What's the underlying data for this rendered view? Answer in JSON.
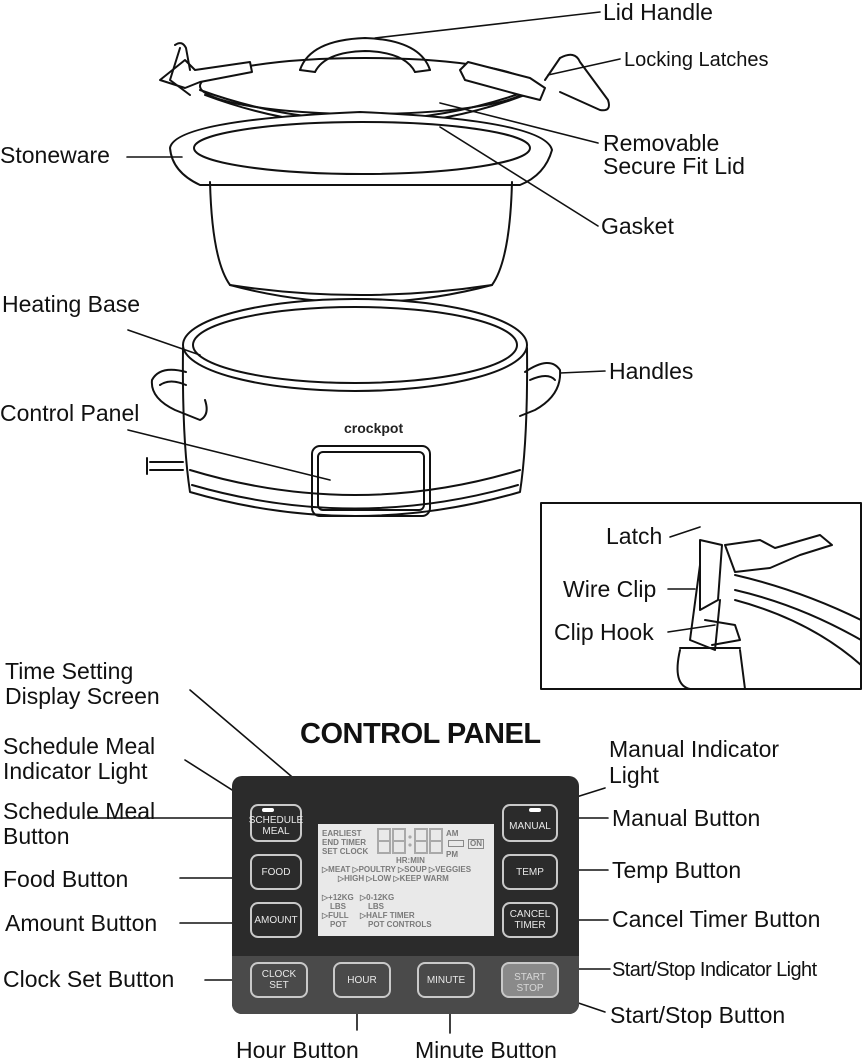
{
  "labels": {
    "lid_handle": "Lid Handle",
    "locking_latches": "Locking Latches",
    "removable_lid_1": "Removable",
    "removable_lid_2": "Secure Fit Lid",
    "stoneware": "Stoneware",
    "gasket": "Gasket",
    "heating_base": "Heating Base",
    "handles": "Handles",
    "control_panel": "Control Panel",
    "latch": "Latch",
    "wire_clip": "Wire Clip",
    "clip_hook": "Clip Hook",
    "time_setting_1": "Time Setting",
    "time_setting_2": "Display Screen",
    "schedule_light_1": "Schedule Meal",
    "schedule_light_2": "Indicator Light",
    "schedule_button_1": "Schedule Meal",
    "schedule_button_2": "Button",
    "food_button": "Food Button",
    "amount_button": "Amount Button",
    "clock_set_button": "Clock Set Button",
    "hour_button": "Hour Button",
    "minute_button": "Minute Button",
    "manual_light_1": "Manual Indicator",
    "manual_light_2": "Light",
    "manual_button": "Manual Button",
    "temp_button": "Temp Button",
    "cancel_timer_button": "Cancel Timer Button",
    "start_stop_light": "Start/Stop Indicator Light",
    "start_stop_button": "Start/Stop Button"
  },
  "brand": "crockpot",
  "panel_title": "CONTROL PANEL",
  "panel": {
    "schedule_1": "SCHEDULE",
    "schedule_2": "MEAL",
    "food": "FOOD",
    "amount": "AMOUNT",
    "manual": "MANUAL",
    "temp": "TEMP",
    "cancel_1": "CANCEL",
    "cancel_2": "TIMER",
    "clock_1": "CLOCK",
    "clock_2": "SET",
    "hour": "HOUR",
    "minute": "MINUTE",
    "start_1": "START",
    "start_2": "STOP"
  },
  "lcd": {
    "earliest": "EARLIEST",
    "end_timer": "END TIMER",
    "set_clock": "SET CLOCK",
    "am": "AM",
    "pm": "PM",
    "on": "ON",
    "hrmin": "HR:MIN",
    "row1": "▷MEAT ▷POULTRY ▷SOUP ▷VEGGIES",
    "row2": "▷HIGH ▷LOW ▷KEEP WARM",
    "amt1a": "▷+12KG",
    "amt1b": "LBS",
    "amt2a": "▷0-12KG",
    "amt2b": "LBS",
    "full1": "▷FULL",
    "full2": "POT",
    "half1": "▷HALF  TIMER",
    "half2": "POT CONTROLS"
  }
}
